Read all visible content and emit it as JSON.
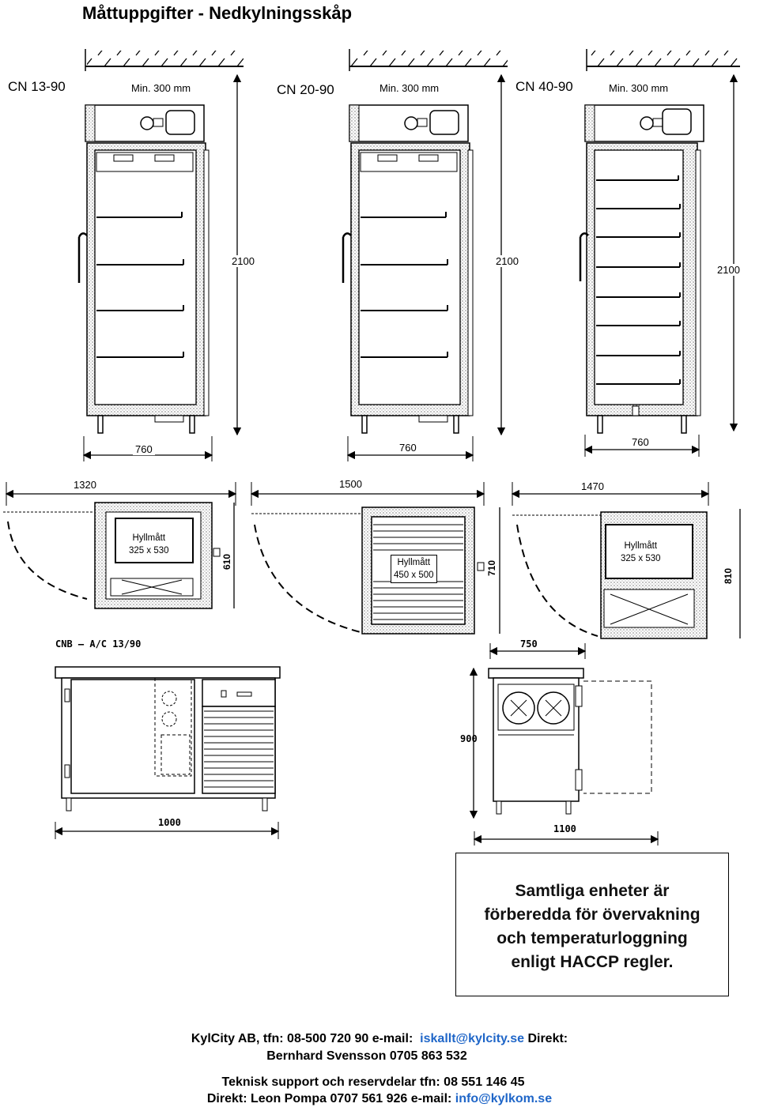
{
  "title": "Måttuppgifter - Nedkylningsskåp",
  "units": [
    {
      "model": "CN 13-90",
      "min": "Min. 300 mm",
      "height": "2100",
      "width": "760"
    },
    {
      "model": "CN 20-90",
      "min": "Min. 300 mm",
      "height": "2100",
      "width": "760"
    },
    {
      "model": "CN 40-90",
      "min": "Min. 300 mm",
      "height": "2100",
      "width": "760"
    }
  ],
  "plans": [
    {
      "span": "1320",
      "shelf_label": "Hyllmått",
      "shelf_size": "325 x 530",
      "depth": "610"
    },
    {
      "span": "1500",
      "shelf_label": "Hyllmått",
      "shelf_size": "450 x 500",
      "depth": "710"
    },
    {
      "span": "1470",
      "shelf_label": "Hyllmått",
      "shelf_size": "325 x 530",
      "depth": "810"
    }
  ],
  "counter": {
    "label": "CNB – A/C  13/90",
    "width": "1000",
    "side_depth": "750",
    "side_height": "900",
    "side_width": "1100"
  },
  "notice": {
    "line1": "Samtliga enheter är",
    "line2": "förberedda för övervakning",
    "line3": "och temperaturloggning",
    "line4": "enligt HACCP regler."
  },
  "contact": {
    "company_line": "KylCity  AB,  tfn:  08-500 720  90 e-mail:",
    "email1": "iskallt@kylcity.se",
    "direct_word": " Direkt:",
    "person1": "Bernhard Svensson  0705 863 532",
    "support": "Teknisk support och reservdelar  tfn:  08 551 146 45",
    "person2": "Direkt: Leon Pompa 0707 561 926   e-mail:",
    "email2": "info@kylkom.se"
  }
}
